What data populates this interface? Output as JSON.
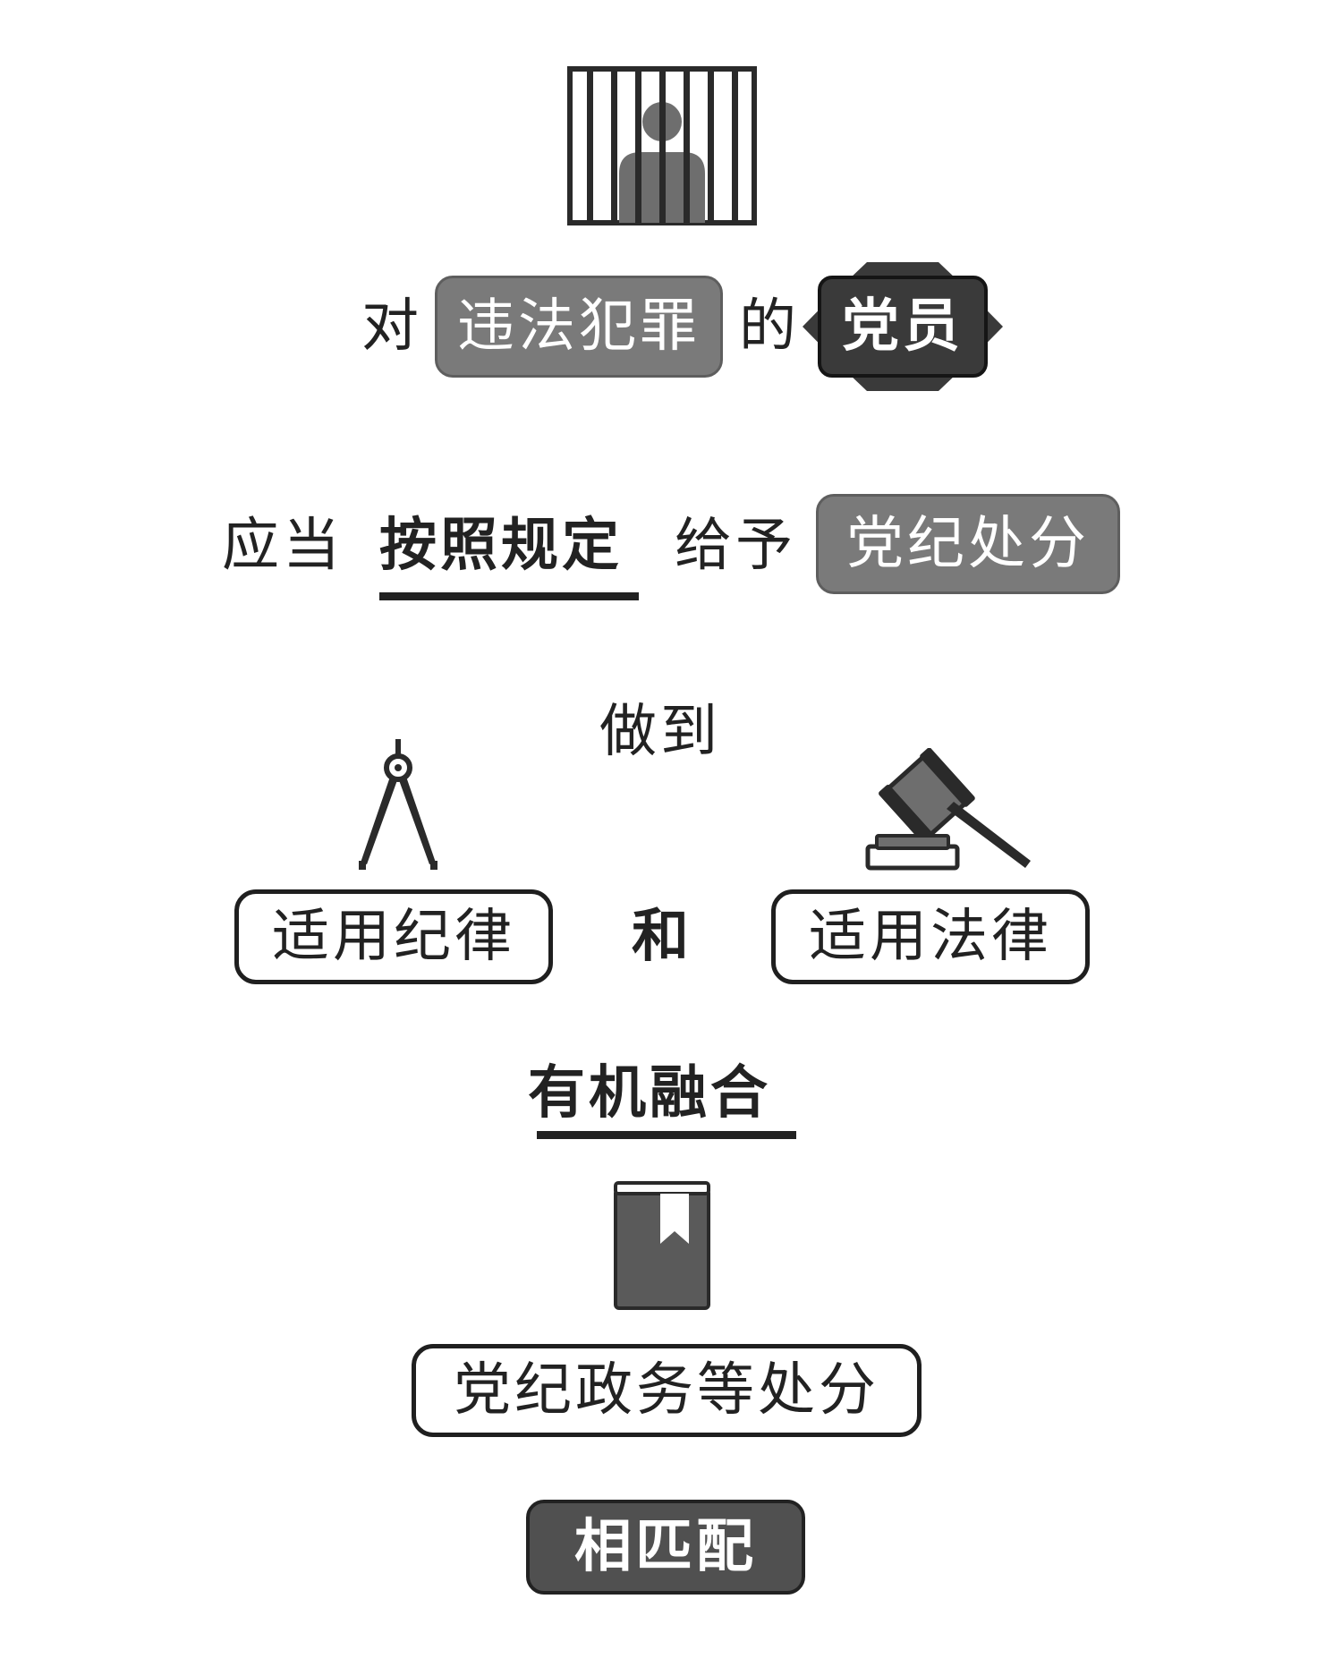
{
  "line1": {
    "prefix": "对",
    "highlight": "违法犯罪",
    "middle": "的",
    "badge": "党员"
  },
  "line2": {
    "prefix": "应当",
    "emphasis": "按照规定",
    "middle": "给予",
    "highlight": "党纪处分"
  },
  "line3": {
    "text": "做到"
  },
  "line4": {
    "left_box": "适用纪律",
    "connector": "和",
    "right_box": "适用法律"
  },
  "line5": {
    "emphasis": "有机融合"
  },
  "line6": {
    "box": "党纪政务等处分"
  },
  "line7": {
    "box": "相匹配"
  },
  "icons": [
    "prison-person-icon",
    "compass-icon",
    "gavel-icon",
    "book-icon"
  ],
  "colors": {
    "dark": "#222222",
    "grey_fill": "#7a7a7a",
    "dark_fill": "#505050",
    "background": "#ffffff"
  }
}
